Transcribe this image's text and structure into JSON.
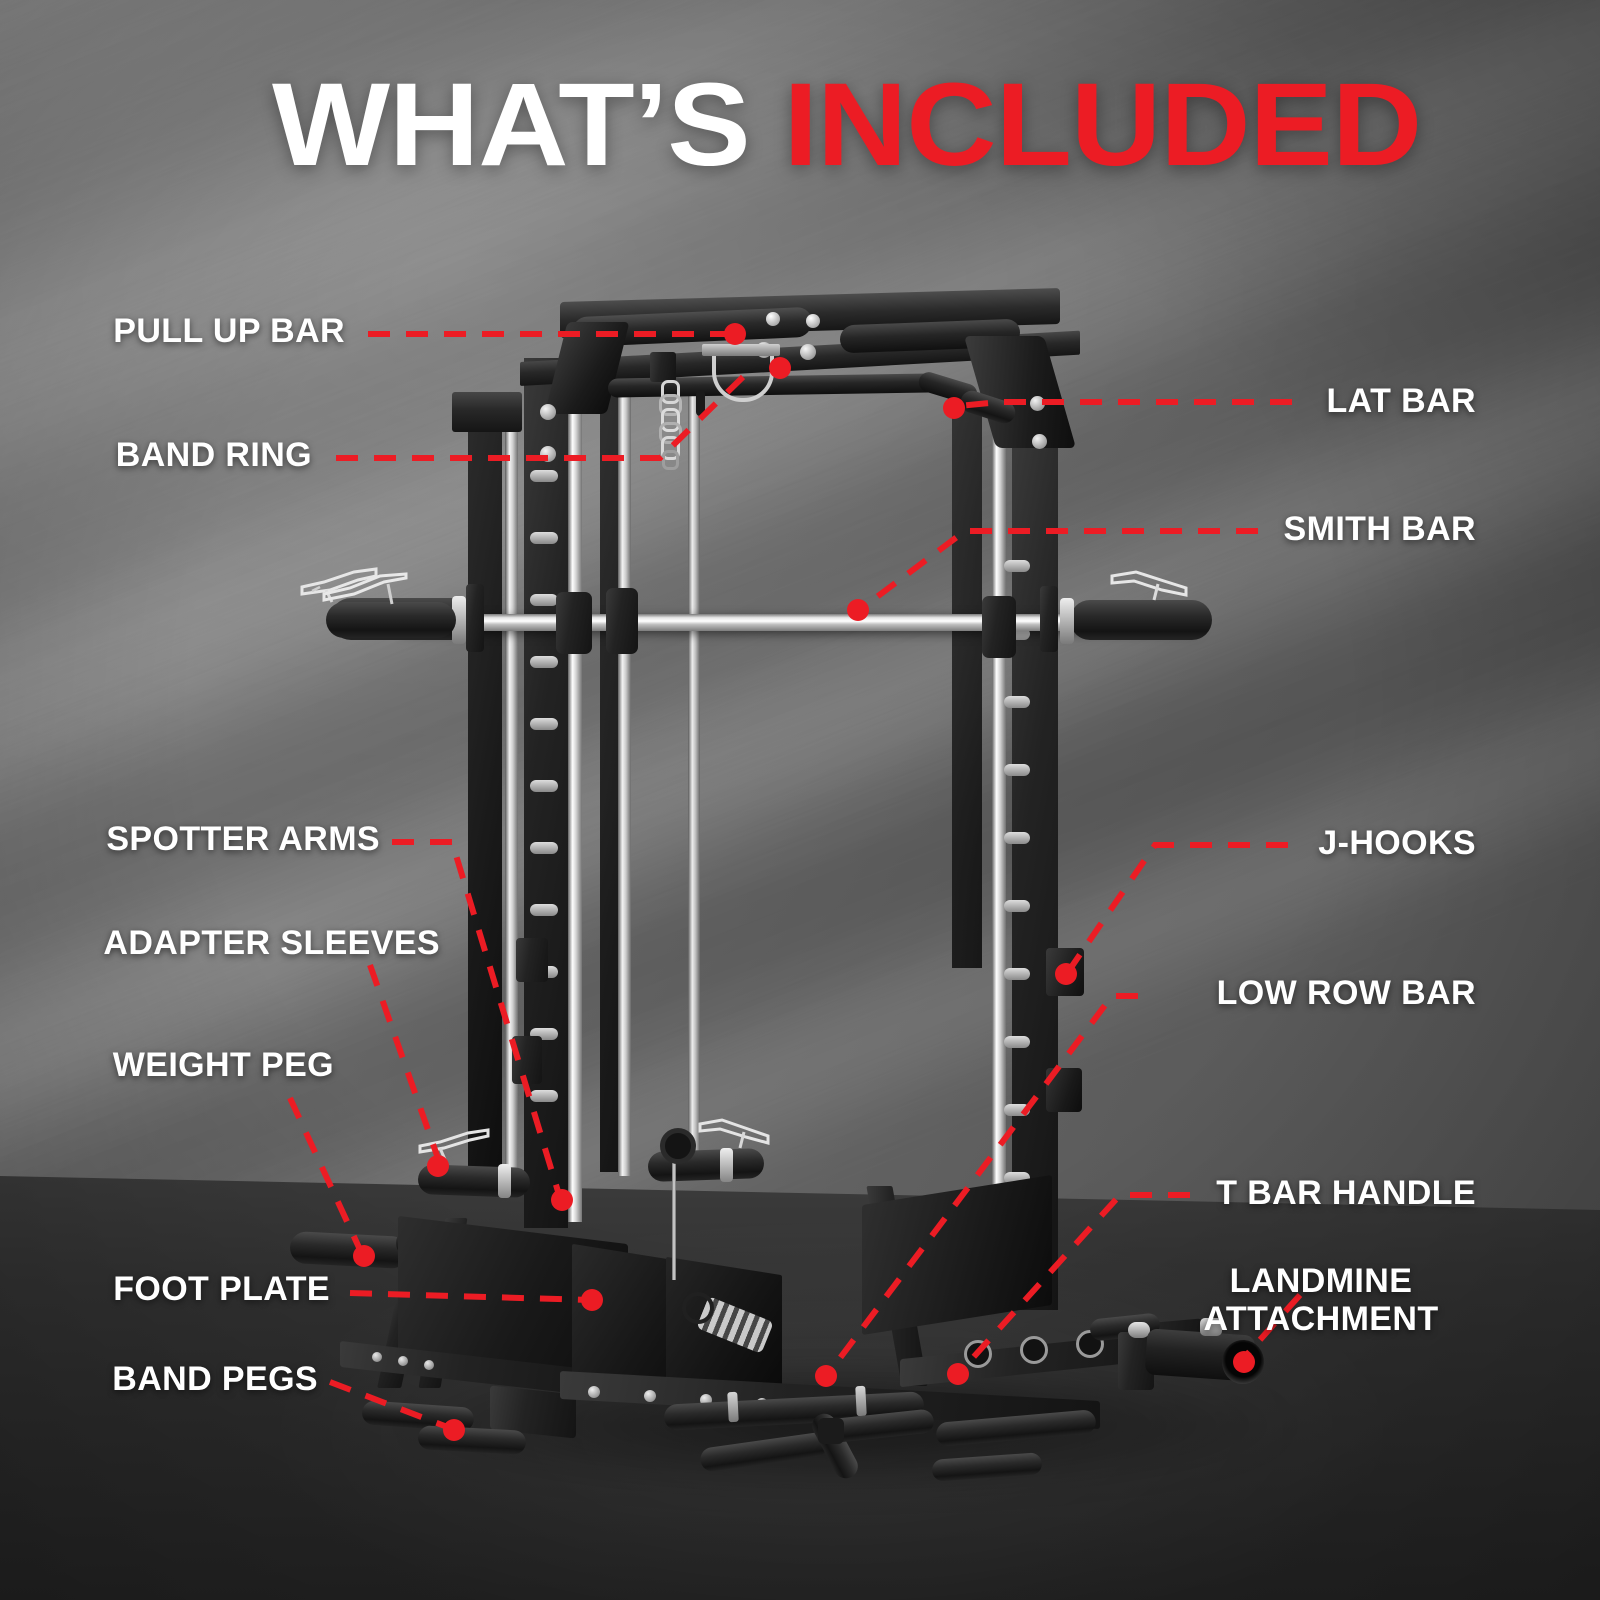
{
  "title": {
    "part1": "WHAT’S ",
    "part2": "INCLUDED"
  },
  "colors": {
    "accent_red": "#ec1c24",
    "label_white": "#ffffff",
    "wall_gray": "#6e6e6e",
    "floor_gray": "#2e2e2e"
  },
  "labels_left": [
    {
      "id": "pull-up-bar",
      "text": "PULL UP BAR"
    },
    {
      "id": "band-ring",
      "text": "BAND RING"
    },
    {
      "id": "spotter-arms",
      "text": "SPOTTER ARMS"
    },
    {
      "id": "adapter-sleeves",
      "text": "ADAPTER SLEEVES"
    },
    {
      "id": "weight-peg",
      "text": "WEIGHT PEG"
    },
    {
      "id": "foot-plate",
      "text": "FOOT PLATE"
    },
    {
      "id": "band-pegs",
      "text": "BAND PEGS"
    }
  ],
  "labels_right": [
    {
      "id": "lat-bar",
      "text": "LAT BAR"
    },
    {
      "id": "smith-bar",
      "text": "SMITH BAR"
    },
    {
      "id": "j-hooks",
      "text": "J-HOOKS"
    },
    {
      "id": "low-row-bar",
      "text": "LOW ROW BAR"
    },
    {
      "id": "t-bar-handle",
      "text": "T BAR HANDLE"
    },
    {
      "id": "landmine-line1",
      "text": "LANDMINE"
    },
    {
      "id": "landmine-line2",
      "text": "ATTACHMENT"
    }
  ],
  "product": {
    "type": "smith-machine-power-rack",
    "component_count": 13
  }
}
